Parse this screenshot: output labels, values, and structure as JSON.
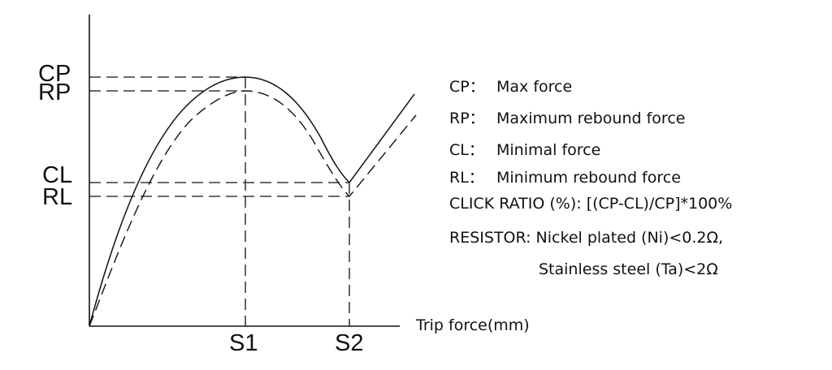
{
  "diagram": {
    "y_labels": [
      "CP",
      "RP",
      "CL",
      "RL"
    ],
    "x_labels": [
      "S1",
      "S2"
    ],
    "x_axis_title": "Trip force(mm)"
  },
  "legend": {
    "items": [
      {
        "key": "CP：",
        "value": "Max force"
      },
      {
        "key": "RP：",
        "value": "Maximum rebound force"
      },
      {
        "key": "CL：",
        "value": "Minimal force"
      },
      {
        "key": "RL：",
        "value": "Minimum rebound force"
      }
    ],
    "click_ratio": "CLICK RATIO (%): [(CP-CL)/CP]*100%",
    "resistor_line1": "RESISTOR: Nickel plated (Ni)<0.2Ω,",
    "resistor_line2": "Stainless steel (Ta)<2Ω"
  },
  "colors": {
    "ink": "#111111",
    "background": "#ffffff"
  }
}
